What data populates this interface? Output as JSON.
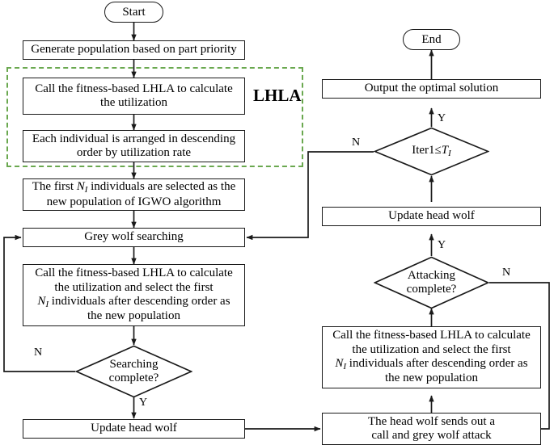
{
  "diagram": {
    "title": "IGWO with LHLA flowchart",
    "colors": {
      "stroke": "#1a1a1a",
      "group_dashed": "#6aa84f",
      "background": "#ffffff"
    },
    "group": {
      "label": "LHLA"
    },
    "nodes": {
      "start": {
        "label": "Start",
        "shape": "terminal"
      },
      "generate_population": {
        "label": "Generate population based on part priority",
        "shape": "process"
      },
      "call_lhla_top": {
        "line1": "Call the fitness-based LHLA to calculate",
        "line2": "the utilization",
        "shape": "process"
      },
      "descending_order": {
        "line1": "Each individual is arranged in descending",
        "line2": "order by utilization rate",
        "shape": "process"
      },
      "first_ni_selected": {
        "line1_a": "The first ",
        "line1_var": "N",
        "line1_sub": "I",
        "line1_b": " individuals are selected as the",
        "line2": "new population of IGWO algorithm",
        "shape": "process"
      },
      "grey_wolf_searching": {
        "label": "Grey wolf searching",
        "shape": "process"
      },
      "call_lhla_left": {
        "line1": "Call the fitness-based LHLA to calculate",
        "line2": "the utilization and select the first",
        "line3_var": "N",
        "line3_sub": "I",
        "line3_b": " individuals after descending  order as",
        "line4": "the new population",
        "shape": "process"
      },
      "searching_complete": {
        "line1": "Searching",
        "line2": "complete?",
        "shape": "decision"
      },
      "update_head_wolf_left": {
        "label": "Update head wolf",
        "shape": "process"
      },
      "head_wolf_call": {
        "line1": "The head wolf sends out a",
        "line2": "call and grey wolf attack",
        "shape": "process"
      },
      "call_lhla_right": {
        "line1": "Call the fitness-based LHLA to calculate",
        "line2": "the utilization and select the first",
        "line3_var": "N",
        "line3_sub": "I",
        "line3_b": " individuals after descending  order as",
        "line4": "the new population",
        "shape": "process"
      },
      "attacking_complete": {
        "line1": "Attacking",
        "line2": "complete?",
        "shape": "decision"
      },
      "update_head_wolf_right": {
        "label": "Update head wolf",
        "shape": "process"
      },
      "iter_check": {
        "text_a": "Iter1≤",
        "text_var": "T",
        "text_sub": "I",
        "shape": "decision"
      },
      "output_solution": {
        "label": "Output the optimal solution",
        "shape": "process"
      },
      "end": {
        "label": "End",
        "shape": "terminal"
      }
    },
    "edge_labels": {
      "searching_no": "N",
      "searching_yes": "Y",
      "attacking_no": "N",
      "attacking_yes": "Y",
      "iter_no": "N",
      "iter_yes": "Y"
    }
  }
}
